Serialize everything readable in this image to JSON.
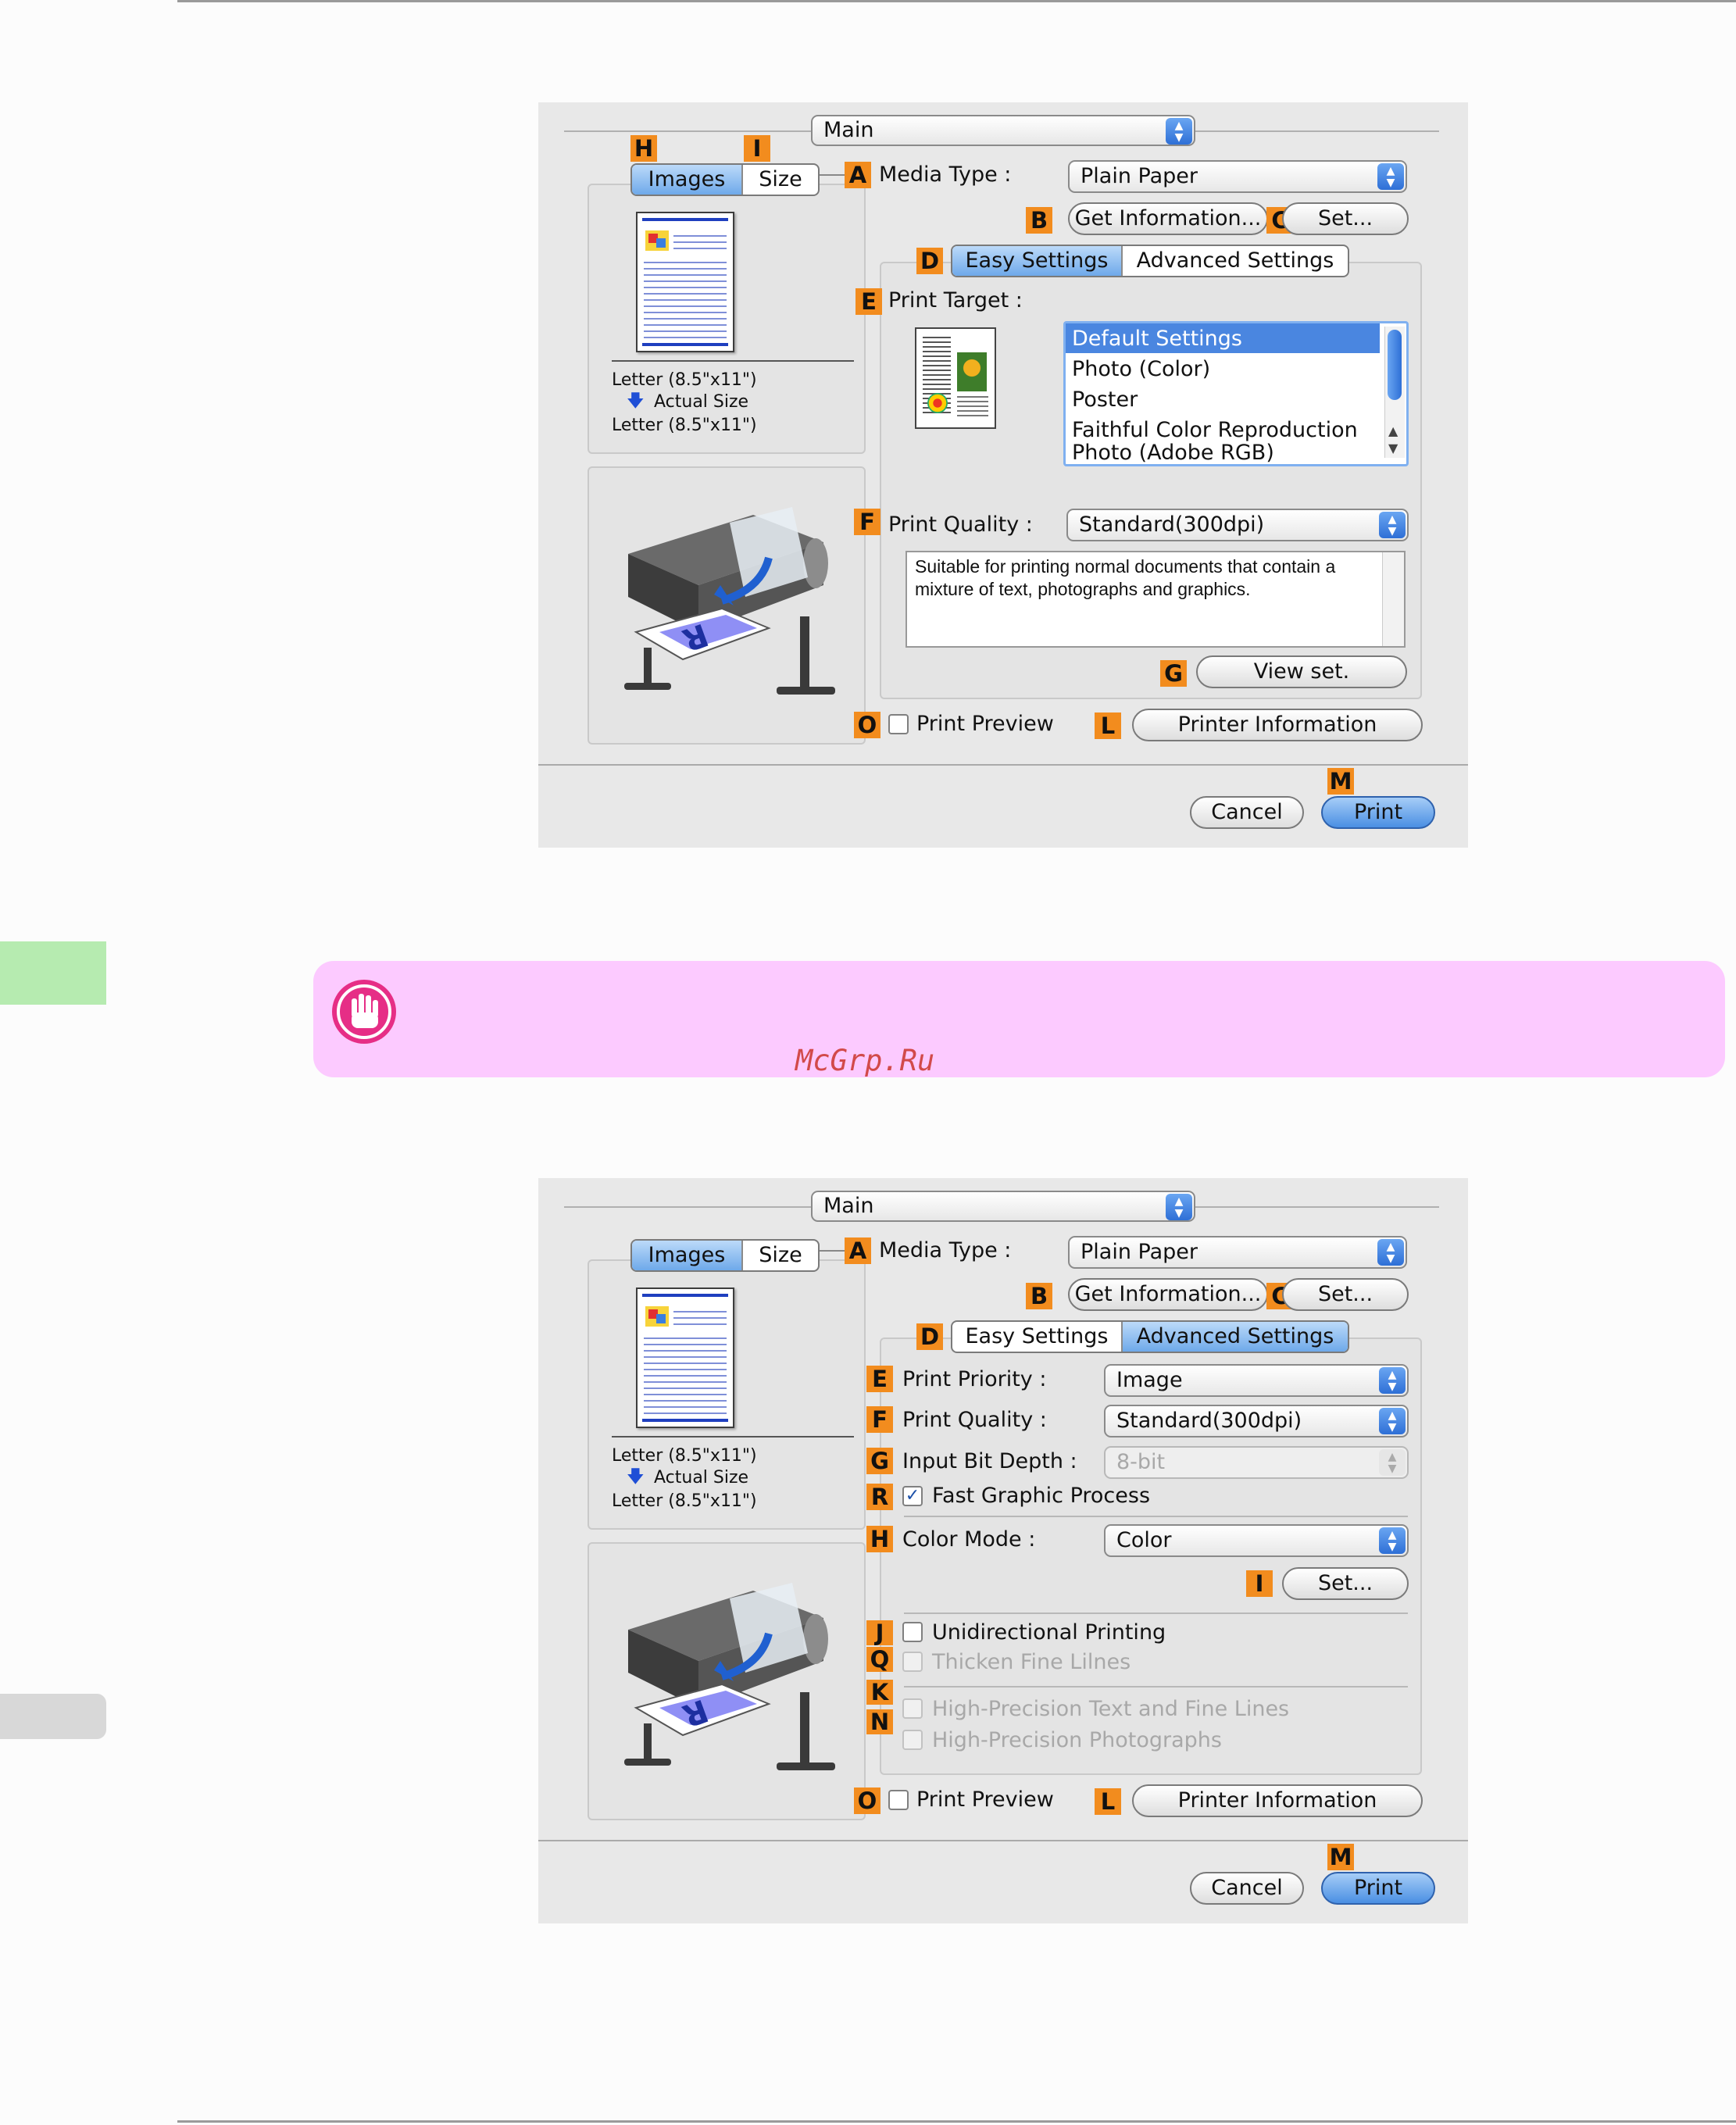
{
  "watermark": "McGrp.Ru",
  "colors": {
    "marker": "#f28c1e",
    "notice_bg": "#fccaff",
    "side_tab_green": "#b6ebb0",
    "side_tab_gray": "#d8d8d8",
    "notice_icon": "#e62e86"
  },
  "notice": {
    "icon": "hand-stop-icon"
  },
  "dialog1": {
    "panel_popup": "Main",
    "marks": {
      "media": "A",
      "get_info": "B",
      "set": "C",
      "tabs": "D",
      "target": "E",
      "quality": "F",
      "view": "G",
      "images": "H",
      "size": "I",
      "printer_info": "L",
      "print": "M",
      "preview": "O"
    },
    "preview_tabs": [
      "Images",
      "Size"
    ],
    "paper_from": "Letter (8.5\"x11\")",
    "actual_size": "Actual Size",
    "paper_to": "Letter (8.5\"x11\")",
    "media_type_label": "Media Type :",
    "media_type_value": "Plain Paper",
    "get_info_button": "Get Information...",
    "set_button": "Set...",
    "tabs": [
      "Easy Settings",
      "Advanced Settings"
    ],
    "active_tab": "Easy Settings",
    "print_target_label": "Print Target :",
    "print_target_items": [
      "Default Settings",
      "Photo (Color)",
      "Poster",
      "Faithful Color Reproduction",
      "Photo (Adobe RGB)"
    ],
    "print_target_selected": "Default Settings",
    "print_quality_label": "Print Quality :",
    "print_quality_value": "Standard(300dpi)",
    "quality_description": "Suitable for printing normal documents that contain a mixture of text, photographs and graphics.",
    "view_set_button": "View set.",
    "print_preview_label": "Print Preview",
    "print_preview_checked": false,
    "printer_info_button": "Printer Information",
    "cancel_button": "Cancel",
    "print_button": "Print"
  },
  "dialog2": {
    "panel_popup": "Main",
    "marks": {
      "media": "A",
      "get_info": "B",
      "set": "C",
      "tabs": "D",
      "priority": "E",
      "quality": "F",
      "bit_depth": "G",
      "fast": "R",
      "color_mode": "H",
      "color_set": "I",
      "unidirectional": "J",
      "thicken": "Q",
      "hp_text": "K",
      "hp_photo": "N",
      "printer_info": "L",
      "print": "M",
      "preview": "O"
    },
    "preview_tabs": [
      "Images",
      "Size"
    ],
    "paper_from": "Letter (8.5\"x11\")",
    "actual_size": "Actual Size",
    "paper_to": "Letter (8.5\"x11\")",
    "media_type_label": "Media Type :",
    "media_type_value": "Plain Paper",
    "get_info_button": "Get Information...",
    "set_button": "Set...",
    "tabs": [
      "Easy Settings",
      "Advanced Settings"
    ],
    "active_tab": "Advanced Settings",
    "print_priority_label": "Print Priority :",
    "print_priority_value": "Image",
    "print_quality_label": "Print Quality :",
    "print_quality_value": "Standard(300dpi)",
    "input_bit_depth_label": "Input Bit Depth :",
    "input_bit_depth_value": "8-bit",
    "fast_graphic_label": "Fast Graphic Process",
    "fast_graphic_checked": true,
    "color_mode_label": "Color Mode :",
    "color_mode_value": "Color",
    "color_set_button": "Set...",
    "unidirectional_label": "Unidirectional Printing",
    "unidirectional_checked": false,
    "thicken_label": "Thicken Fine Lilnes",
    "hp_text_label": "High-Precision Text and Fine Lines",
    "hp_photo_label": "High-Precision Photographs",
    "print_preview_label": "Print Preview",
    "print_preview_checked": false,
    "printer_info_button": "Printer Information",
    "cancel_button": "Cancel",
    "print_button": "Print"
  }
}
